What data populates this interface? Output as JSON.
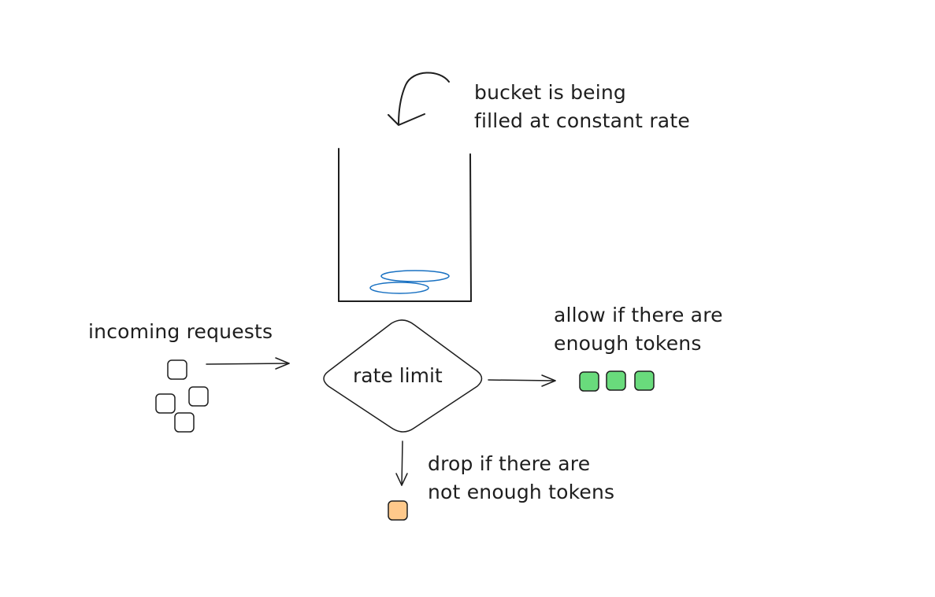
{
  "fill_note": {
    "line1": "bucket is being",
    "line2": "filled at constant rate"
  },
  "incoming_label": "incoming requests",
  "decision_label": "rate limit",
  "allow_note": {
    "line1": "allow if there are",
    "line2": "enough tokens"
  },
  "drop_note": {
    "line1": "drop if there are",
    "line2": "not enough tokens"
  },
  "colors": {
    "stroke": "#1e1e1e",
    "token": "#1971c2",
    "allowed_fill": "#69db7c",
    "dropped_fill": "#ffc98b"
  },
  "incoming_requests_count": 4,
  "allowed_requests_count": 3,
  "dropped_requests_count": 1,
  "tokens_in_bucket": 2
}
